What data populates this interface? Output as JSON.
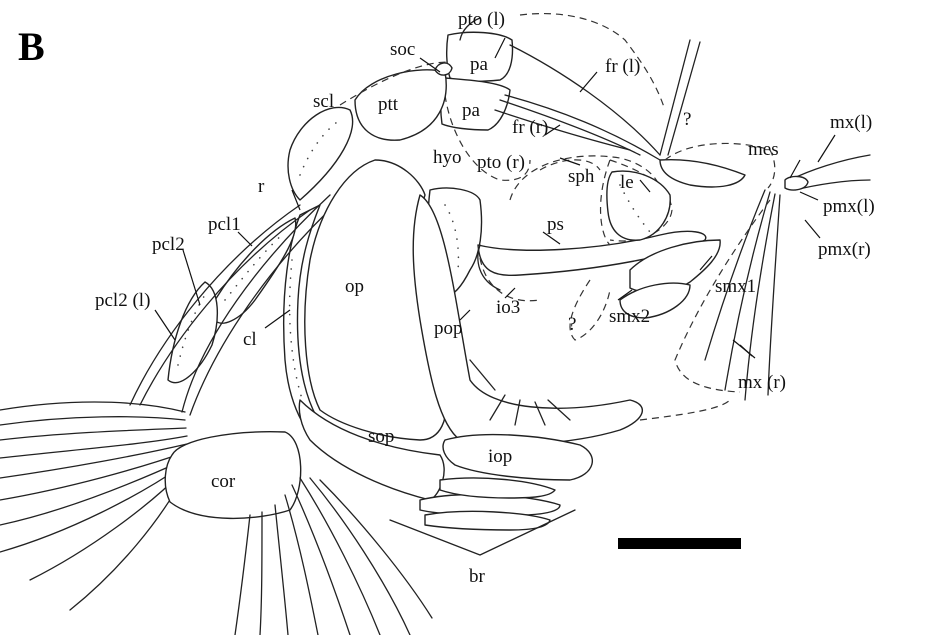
{
  "panel_label": "B",
  "labels": {
    "pto_l": "pto (l)",
    "soc": "soc",
    "pa_top": "pa",
    "pa_bottom": "pa",
    "fr_l": "fr (l)",
    "fr_r": "fr (r)",
    "question_top": "?",
    "mx_l": "mx(l)",
    "scl": "scl",
    "ptt": "ptt",
    "mes": "mes",
    "pto_r": "pto (r)",
    "sph": "sph",
    "le": "le",
    "hyo": "hyo",
    "pmx_l": "pmx(l)",
    "r": "r",
    "pcl1": "pcl1",
    "ps": "ps",
    "pmx_r": "pmx(r)",
    "pcl2": "pcl2",
    "op": "op",
    "smx1": "smx1",
    "pcl2_l": "pcl2 (l)",
    "cl": "cl",
    "io3": "io3",
    "smx2": "smx2",
    "question_bottom": "?",
    "pop": "pop",
    "mx_r": "mx (r)",
    "sop": "sop",
    "iop": "iop",
    "cor": "cor",
    "br": "br"
  },
  "scale_bar": {
    "color": "#000000"
  }
}
